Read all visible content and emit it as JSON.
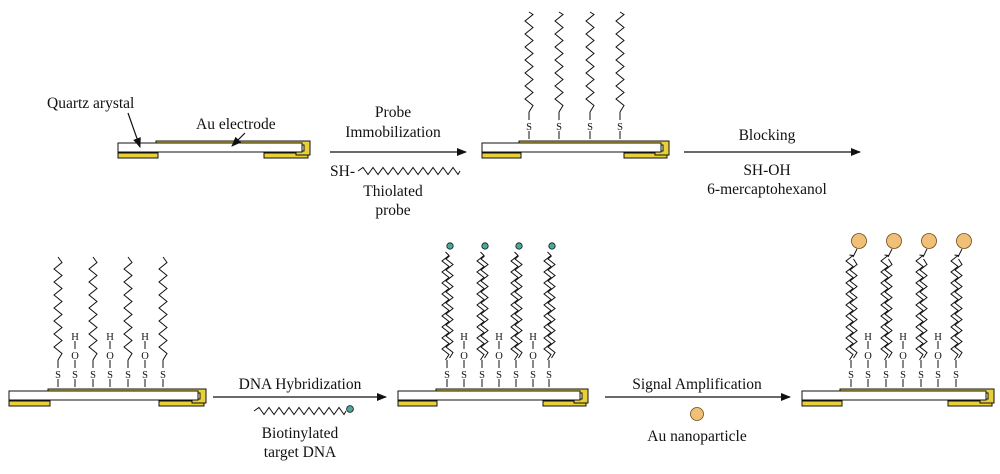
{
  "colors": {
    "gold": "#e8d038",
    "line": "#111111",
    "biotin": "#4aa898",
    "nanoparticle": "#f0c078"
  },
  "labels": {
    "quartz_crystal": "Quartz arystal",
    "au_electrode": "Au electrode",
    "step1_line1": "Probe",
    "step1_line2": "Immobilization",
    "sh_prefix": "SH-",
    "thiolated_line1": "Thiolated",
    "thiolated_line2": "probe",
    "step2": "Blocking",
    "step2_reagent1": "SH-OH",
    "step2_reagent2": "6-mercaptohexanol",
    "step3": "DNA  Hybridization",
    "target_line1": "Biotinylated",
    "target_line2": "target DNA",
    "step4": "Signal Amplification",
    "nanoparticle": "Au nanoparticle"
  },
  "atoms": {
    "sulfur": "S",
    "hydrogen": "H",
    "oxygen": "O"
  }
}
